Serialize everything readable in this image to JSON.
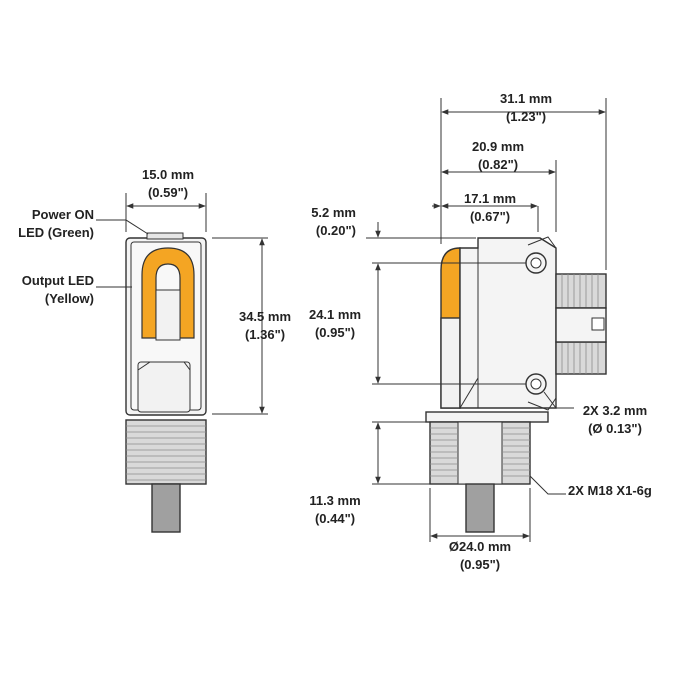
{
  "colors": {
    "body_fill": "#f4f4f4",
    "outline": "#333333",
    "led_amber": "#f4a523",
    "thread_fill": "#d9d9d9",
    "pin_fill": "#a0a0a0",
    "dim_line": "#333333",
    "text": "#222222"
  },
  "labels": {
    "power_led_1": "Power ON",
    "power_led_2": "LED (Green)",
    "output_led_1": "Output LED",
    "output_led_2": "(Yellow)"
  },
  "dims": {
    "front_width": {
      "mm": "15.0 mm",
      "in": "(0.59\")"
    },
    "front_height": {
      "mm": "34.5 mm",
      "in": "(1.36\")"
    },
    "side_overall": {
      "mm": "31.1 mm",
      "in": "(1.23\")"
    },
    "side_body": {
      "mm": "20.9 mm",
      "in": "(0.82\")"
    },
    "side_mount": {
      "mm": "17.1 mm",
      "in": "(0.67\")"
    },
    "side_lens": {
      "mm": "5.2 mm",
      "in": "(0.20\")"
    },
    "side_holes": {
      "mm": "24.1 mm",
      "in": "(0.95\")"
    },
    "hole_dia": {
      "mm": "2X 3.2 mm",
      "in": "(Ø 0.13\")"
    },
    "thread": {
      "mm": "2X M18 X1-6g"
    },
    "stem": {
      "mm": "11.3 mm",
      "in": "(0.44\")"
    },
    "thread_dia": {
      "mm": "Ø24.0 mm",
      "in": "(0.95\")"
    }
  }
}
